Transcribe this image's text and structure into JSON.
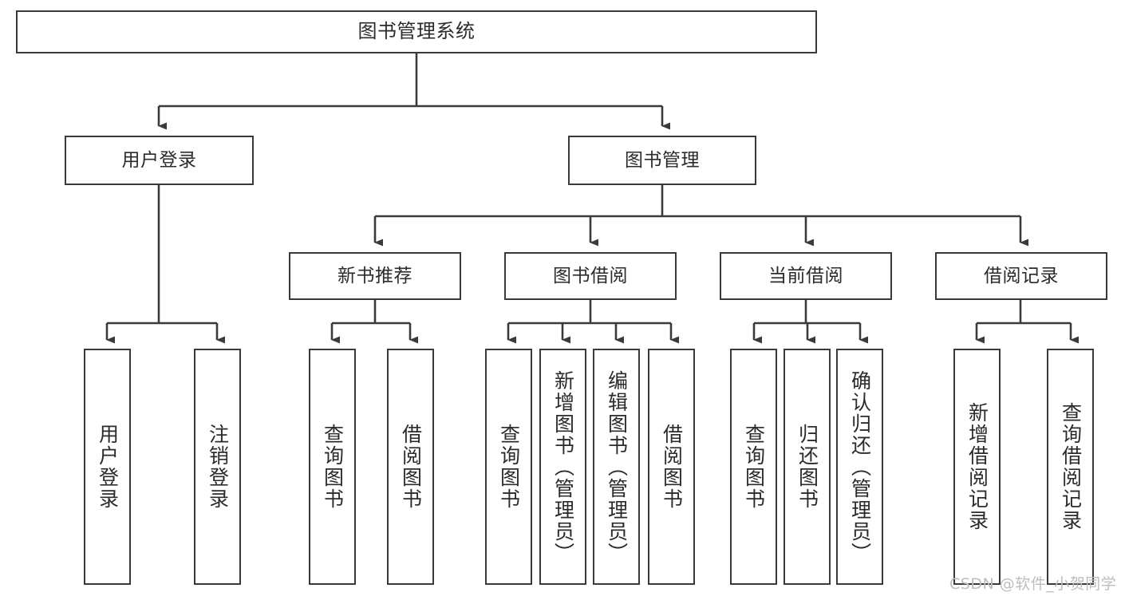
{
  "diagram": {
    "type": "tree",
    "title": "图书管理系统",
    "orientation": "top-down",
    "colors": {
      "box_border": "#3a3a3a",
      "box_fill": "#ffffff",
      "text": "#2b2b2b",
      "connector": "#3a3a3a",
      "watermark": "#bdbdbd",
      "background": "#ffffff"
    }
  },
  "nodes": {
    "root": {
      "label": "图书管理系统"
    },
    "level2": [
      {
        "label": "用户登录"
      },
      {
        "label": "图书管理"
      }
    ],
    "level3": [
      {
        "label": "新书推荐"
      },
      {
        "label": "图书借阅"
      },
      {
        "label": "当前借阅"
      },
      {
        "label": "借阅记录"
      }
    ],
    "leaves": {
      "user_login": [
        {
          "label": "用户登录"
        },
        {
          "label": "注销登录"
        }
      ],
      "new_book_recommend": [
        {
          "label": "查询图书"
        },
        {
          "label": "借阅图书"
        }
      ],
      "book_borrow": [
        {
          "label": "查询图书"
        },
        {
          "label": "新增图书（管理员）"
        },
        {
          "label": "编辑图书（管理员）"
        },
        {
          "label": "借阅图书"
        }
      ],
      "current_borrow": [
        {
          "label": "查询图书"
        },
        {
          "label": "归还图书"
        },
        {
          "label": "确认归还（管理员）"
        }
      ],
      "borrow_record": [
        {
          "label": "新增借阅记录"
        },
        {
          "label": "查询借阅记录"
        }
      ]
    }
  },
  "watermark": {
    "text": "CSDN @软件_小贺同学"
  }
}
